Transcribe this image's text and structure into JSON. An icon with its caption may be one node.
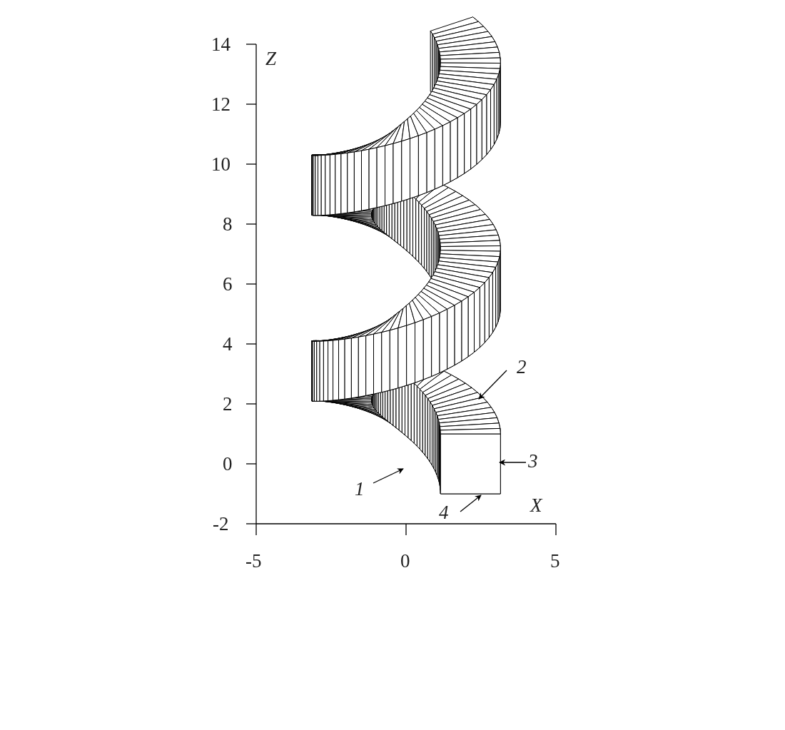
{
  "diagram": {
    "nodes": [
      {
        "text": [
          "1"
        ]
      },
      {
        "text": [
          "2"
        ]
      },
      {
        "text": [
          "3"
        ]
      },
      {
        "text": [
          "4"
        ]
      }
    ],
    "edges": [
      {
        "from": 0,
        "to": null,
        "arrow": "to"
      },
      {
        "from": 1,
        "to": null,
        "arrow": "to"
      },
      {
        "from": 2,
        "to": null,
        "arrow": "to"
      },
      {
        "from": 3,
        "to": null,
        "arrow": "to"
      }
    ],
    "labels": [
      "14",
      "Z",
      "12",
      "10",
      "8",
      "6",
      "4",
      "2",
      "0",
      "-2",
      "X",
      "-5",
      "0",
      "5"
    ]
  }
}
